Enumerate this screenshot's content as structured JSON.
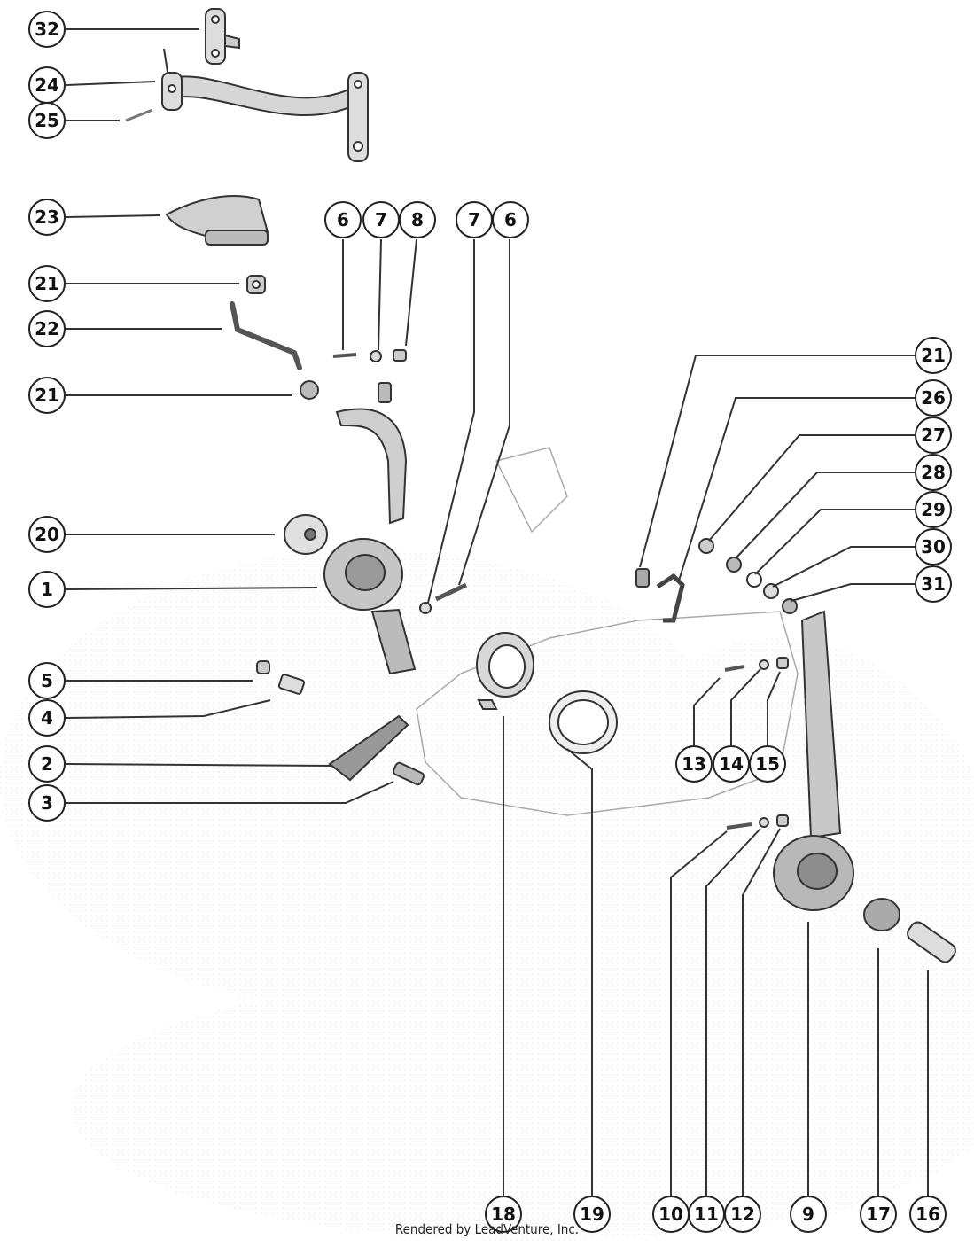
{
  "callouts": [
    {
      "id": "32",
      "label": "32"
    },
    {
      "id": "24",
      "label": "24"
    },
    {
      "id": "25",
      "label": "25"
    },
    {
      "id": "23",
      "label": "23"
    },
    {
      "id": "21a",
      "label": "21"
    },
    {
      "id": "22",
      "label": "22"
    },
    {
      "id": "21b",
      "label": "21"
    },
    {
      "id": "20",
      "label": "20"
    },
    {
      "id": "1",
      "label": "1"
    },
    {
      "id": "5",
      "label": "5"
    },
    {
      "id": "4",
      "label": "4"
    },
    {
      "id": "2",
      "label": "2"
    },
    {
      "id": "3",
      "label": "3"
    },
    {
      "id": "6a",
      "label": "6"
    },
    {
      "id": "7a",
      "label": "7"
    },
    {
      "id": "8",
      "label": "8"
    },
    {
      "id": "7b",
      "label": "7"
    },
    {
      "id": "6b",
      "label": "6"
    },
    {
      "id": "21c",
      "label": "21"
    },
    {
      "id": "26",
      "label": "26"
    },
    {
      "id": "27",
      "label": "27"
    },
    {
      "id": "28",
      "label": "28"
    },
    {
      "id": "29",
      "label": "29"
    },
    {
      "id": "30",
      "label": "30"
    },
    {
      "id": "31",
      "label": "31"
    },
    {
      "id": "13",
      "label": "13"
    },
    {
      "id": "14",
      "label": "14"
    },
    {
      "id": "15",
      "label": "15"
    },
    {
      "id": "18",
      "label": "18"
    },
    {
      "id": "19",
      "label": "19"
    },
    {
      "id": "10",
      "label": "10"
    },
    {
      "id": "11",
      "label": "11"
    },
    {
      "id": "12",
      "label": "12"
    },
    {
      "id": "9",
      "label": "9"
    },
    {
      "id": "17",
      "label": "17"
    },
    {
      "id": "16",
      "label": "16"
    }
  ],
  "footer": "Rendered by LeadVenture, Inc."
}
